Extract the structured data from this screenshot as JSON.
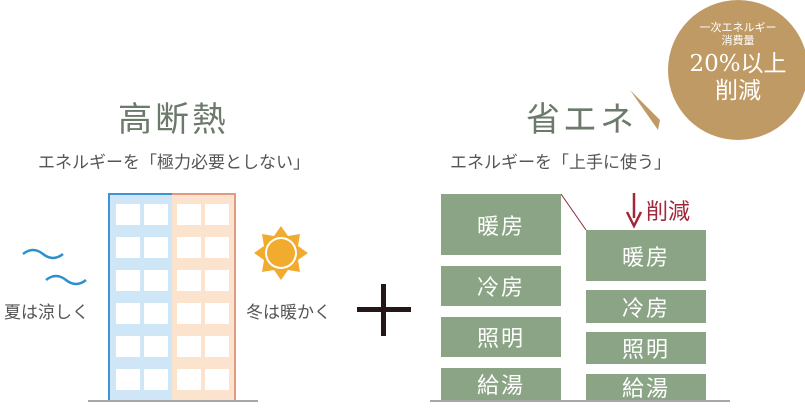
{
  "left": {
    "title": "高断熱",
    "subtitle": "エネルギーを「極力必要としない」",
    "summer": "夏は涼しく",
    "winter": "冬は暖かく"
  },
  "plus": "+",
  "right": {
    "title": "省エネ",
    "subtitle": "エネルギーを「上手に使う」",
    "reduce": "削減",
    "before": [
      "暖房",
      "冷房",
      "照明",
      "給湯"
    ],
    "after": [
      "暖房",
      "冷房",
      "照明",
      "給湯"
    ]
  },
  "badge": {
    "line1": "一次エネルギー",
    "line2": "消費量",
    "line3": "20%以上",
    "line4": "削減"
  },
  "colors": {
    "green": "#8ca486",
    "gold": "#c09a64",
    "red": "#a0283a",
    "blue": "#4a9ad4",
    "orange": "#e8a080"
  }
}
